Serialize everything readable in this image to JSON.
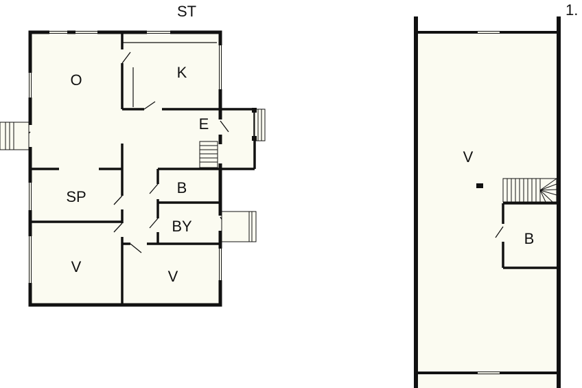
{
  "floors": [
    {
      "label": "ST",
      "rooms": [
        {
          "label": "O"
        },
        {
          "label": "K"
        },
        {
          "label": "E"
        },
        {
          "label": "SP"
        },
        {
          "label": "B"
        },
        {
          "label": "BY"
        },
        {
          "label": "V"
        },
        {
          "label": "V"
        }
      ]
    },
    {
      "label": "1.",
      "rooms": [
        {
          "label": "V"
        },
        {
          "label": "B"
        }
      ]
    }
  ],
  "colors": {
    "wall": "#111111",
    "floor_fill": "#fbfbf1",
    "background": "#ffffff"
  }
}
